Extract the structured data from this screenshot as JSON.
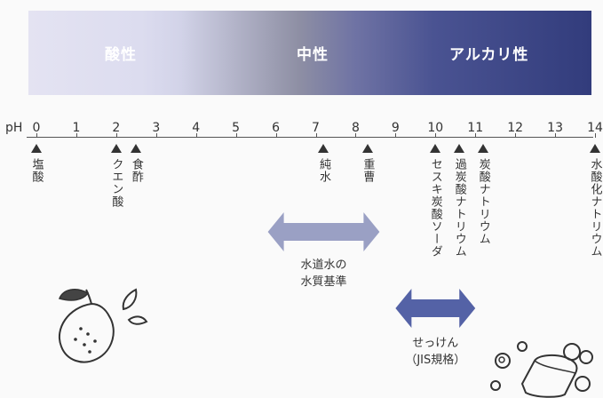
{
  "zones": {
    "acid": "酸性",
    "neutral": "中性",
    "alkaline": "アルカリ性"
  },
  "axis": {
    "label": "pH",
    "ticks": [
      "0",
      "1",
      "2",
      "3",
      "4",
      "5",
      "6",
      "7",
      "8",
      "9",
      "10",
      "11",
      "12",
      "13",
      "14"
    ]
  },
  "substances": [
    {
      "ph": 0,
      "name": "塩酸"
    },
    {
      "ph": 2,
      "name": "クエン酸"
    },
    {
      "ph": 2.5,
      "name": "食酢"
    },
    {
      "ph": 7.2,
      "name": "純水"
    },
    {
      "ph": 8.3,
      "name": "重曹"
    },
    {
      "ph": 10,
      "name": "セスキ炭酸ソーダ"
    },
    {
      "ph": 10.6,
      "name": "過炭酸ナトリウム"
    },
    {
      "ph": 11.2,
      "name": "炭酸ナトリウム"
    },
    {
      "ph": 14,
      "name": "水酸化ナトリウム"
    }
  ],
  "ranges": [
    {
      "from": 5.8,
      "to": 8.6,
      "line1": "水道水の",
      "line2": "水質基準",
      "color": "#9aa0c4"
    },
    {
      "from": 9,
      "to": 11,
      "line1": "せっけん",
      "line2": "（JIS規格）",
      "color": "#5462a6"
    }
  ]
}
